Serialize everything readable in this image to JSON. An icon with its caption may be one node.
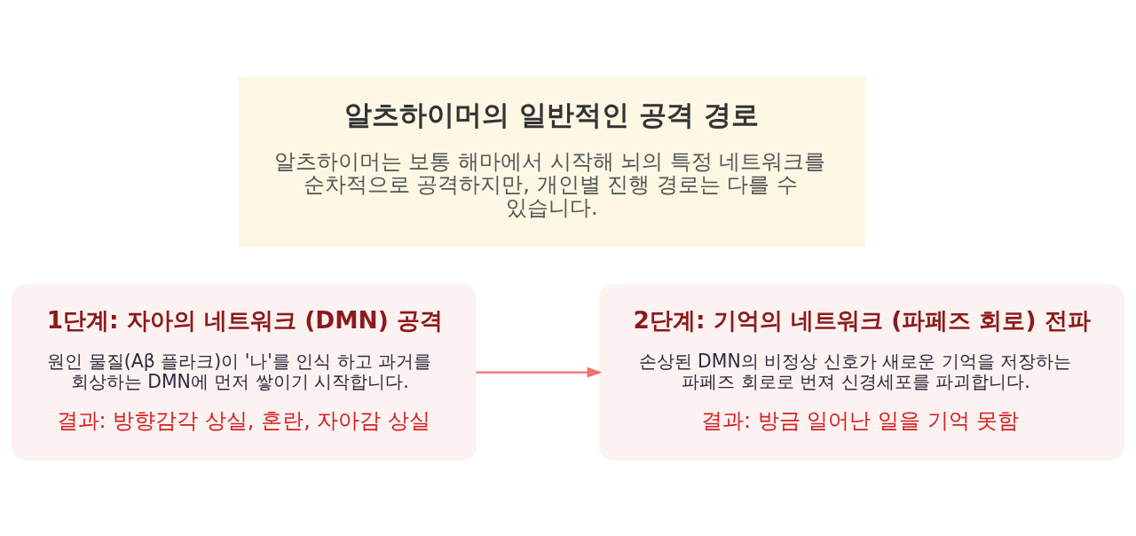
{
  "diagram": {
    "nodes": [
      {
        "text": [
          "알츠하이머의 일반적인 공격 경로",
          "알츠하이머는 보통 해마에서 시작해 뇌의 특정 네트워크를 순차적으로 공격하지만, 개인별 진행 경로는 다를 수 있습니다."
        ]
      },
      {
        "text": [
          "1단계: 자아의 네트워크 (DMN) 공격",
          "원인 물질(Aβ 플라크)이 '나'를 인식 하고 과거를 회상하는 DMN에 먼저 쌓이기 시작합니다.",
          "결과: 방향감각 상실, 혼란, 자아감 상실"
        ]
      },
      {
        "text": [
          "2단계: 기억의 네트워크 (파페즈 회로) 전파",
          "손상된 DMN의 비정상 신호가 새로운 기억을 저장하는 파페즈 회로로 번져 신경세포를 파괴합니다.",
          "결과: 방금 일어난 일을 기억 못함"
        ]
      }
    ],
    "edges": [
      {
        "from": 1,
        "to": 2,
        "arrow": "to",
        "color": "#f07070"
      }
    ]
  }
}
